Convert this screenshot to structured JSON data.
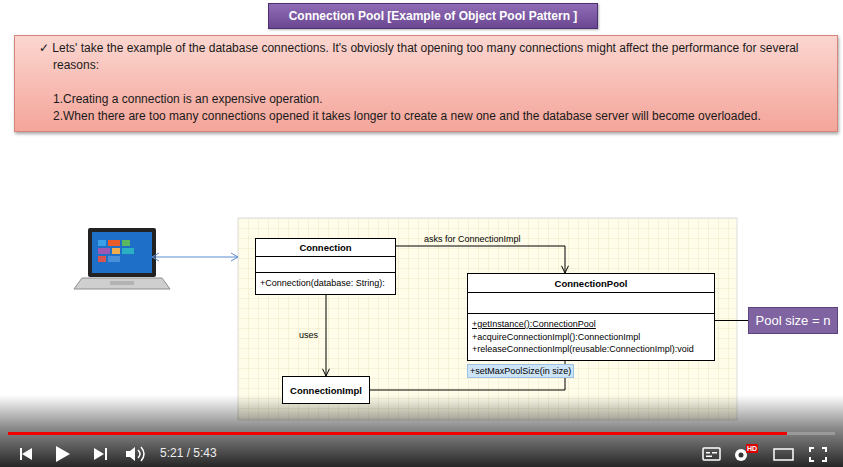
{
  "diagram": {
    "title": "Connection Pool [Example of Object Pool Pattern ]",
    "nodes": [
      {
        "text": [
          "✓ Lets' take the example of the database connections. It's obviosly that opening too many connections might affect the performance for several reasons:",
          "1.Creating a connection is an expensive operation.",
          "2.When there are too many connections opened it takes longer to create a new one and the database server will become overloaded."
        ]
      },
      {
        "text": [
          "Connection",
          "+Connection(database: String):"
        ]
      },
      {
        "text": [
          "ConnectionPool",
          "+getInstance():ConnectionPool",
          "+acquireConnectionImpl():ConnectionImpl",
          "+releaseConnectionImpl(reusable:ConnectionImpl):void"
        ]
      },
      {
        "text": [
          "ConnectionImpl"
        ]
      },
      {
        "text": [
          "Pool size = n"
        ]
      }
    ],
    "edges": [
      {
        "from": 1,
        "to": 2,
        "arrow": "to",
        "label": "asks for ConnectionImpl"
      },
      {
        "from": 1,
        "to": 3,
        "arrow": "to",
        "label": "uses"
      },
      {
        "from": 3,
        "to": 2,
        "arrow": "none"
      },
      {
        "from": 2,
        "to": 4,
        "arrow": "none"
      }
    ],
    "labels": [
      "+setMaxPoolSize(in size)",
      "5:21 / 5:43",
      "HD"
    ]
  }
}
